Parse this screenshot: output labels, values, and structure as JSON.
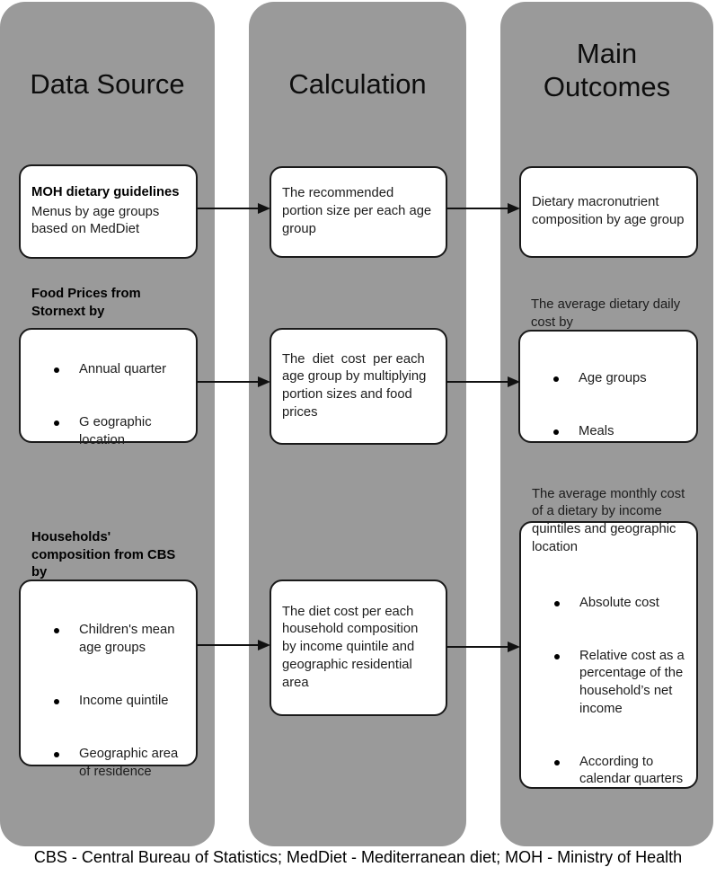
{
  "diagram": {
    "columns": [
      {
        "title": "Data Source"
      },
      {
        "title": "Calculation"
      },
      {
        "title": "Main Outcomes"
      }
    ],
    "rows": [
      {
        "source": {
          "title": "MOH dietary guidelines",
          "body": "Menus by age groups based on MedDiet"
        },
        "calculation": {
          "body": "The recommended portion size per each age group"
        },
        "outcomes": {
          "body": "Dietary macronutrient composition by age group"
        }
      },
      {
        "source": {
          "title": "Food Prices from Stornext by",
          "bullets": [
            "Annual quarter",
            "G eographic location"
          ]
        },
        "calculation": {
          "body": "The  diet  cost  per each age group by multiplying portion sizes and food prices"
        },
        "outcomes": {
          "body": "The average dietary daily cost by",
          "bullets": [
            "Age groups",
            "Meals"
          ]
        }
      },
      {
        "source": {
          "title": "Households' composition from CBS by",
          "bullets": [
            "Children's mean age groups",
            "Income quintile",
            "Geographic area of residence"
          ]
        },
        "calculation": {
          "body": "The diet cost per each household composition by income quintile and geographic residential area"
        },
        "outcomes": {
          "body": "The average monthly cost of a dietary by income quintiles and geographic location",
          "bullets": [
            "Absolute cost",
            "Relative cost as a percentage of the household’s net income",
            "According to calendar quarters"
          ]
        }
      }
    ],
    "footer": "CBS - Central Bureau of Statistics; MedDiet - Mediterranean diet; MOH - Ministry of Health",
    "colors": {
      "column_fill": "#9a9a9a",
      "box_fill": "#ffffff",
      "box_border": "#1a1a1a",
      "arrow": "#111111",
      "text": "#111111"
    }
  }
}
